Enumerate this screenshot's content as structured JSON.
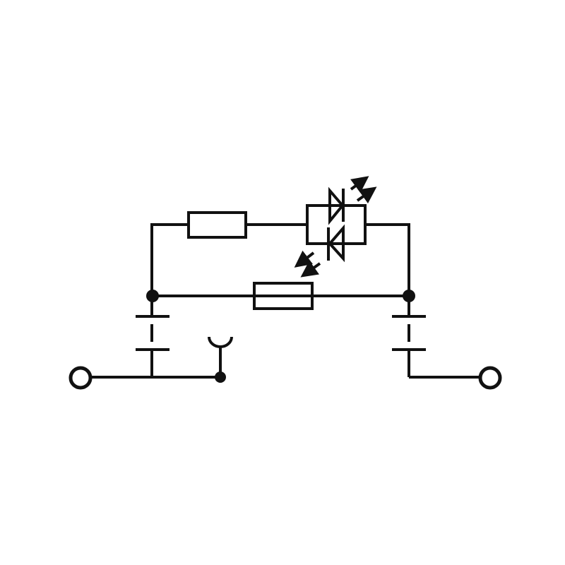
{
  "diagram": {
    "type": "circuit-schematic",
    "components": [
      {
        "id": "resistor",
        "kind": "resistor"
      },
      {
        "id": "led-pair",
        "kind": "antiparallel-led"
      },
      {
        "id": "fuse",
        "kind": "fuse"
      },
      {
        "id": "left-disconnect",
        "kind": "disconnect-contact"
      },
      {
        "id": "right-disconnect",
        "kind": "disconnect-contact"
      },
      {
        "id": "test-socket",
        "kind": "test-socket"
      },
      {
        "id": "left-terminal",
        "kind": "terminal"
      },
      {
        "id": "right-terminal",
        "kind": "terminal"
      }
    ],
    "colors": {
      "line": "#111111",
      "background": "#ffffff"
    }
  }
}
